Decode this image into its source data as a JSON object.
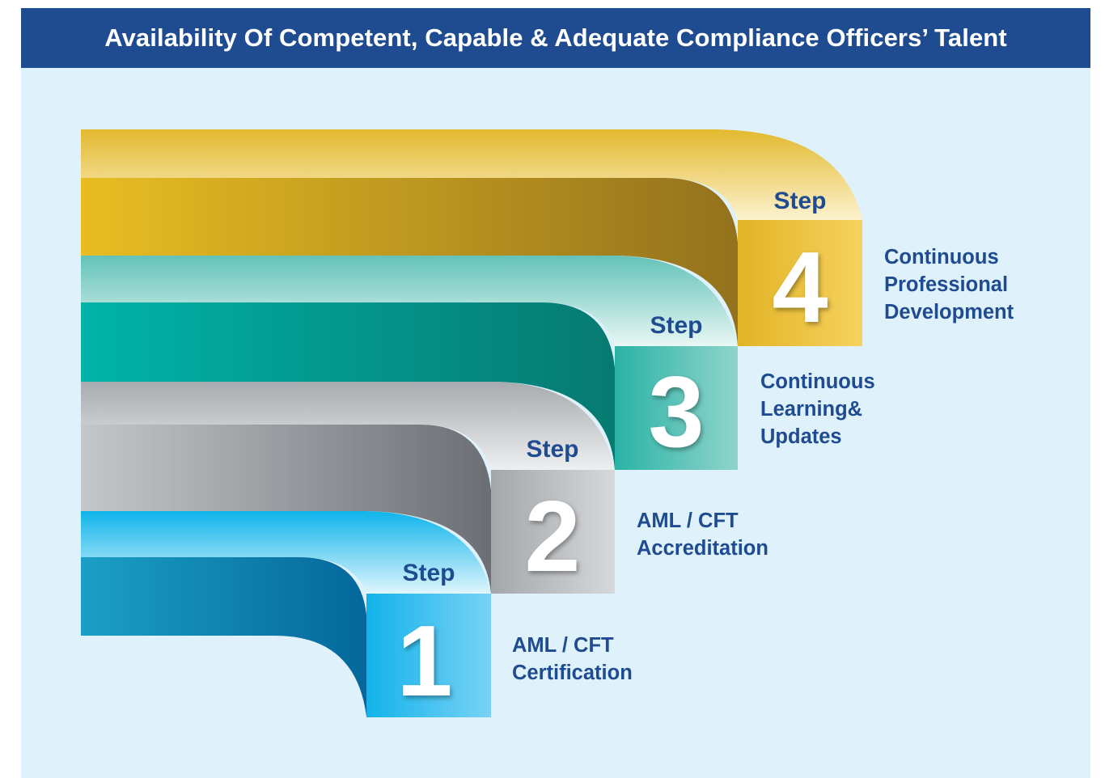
{
  "title": "Availability Of Competent, Capable & Adequate Compliance Officers’ Talent",
  "colors": {
    "header_bg": "#1f4b91",
    "panel_bg": "#dff1fb",
    "text_accent": "#1f4b91",
    "step1": "#1ab0e0",
    "step2": "#9a9ea2",
    "step3": "#1aa898",
    "step4": "#d9aa22"
  },
  "steps": [
    {
      "word": "Step",
      "number": "1",
      "desc_lines": [
        "AML / CFT",
        "Certification"
      ]
    },
    {
      "word": "Step",
      "number": "2",
      "desc_lines": [
        "AML / CFT",
        "Accreditation"
      ]
    },
    {
      "word": "Step",
      "number": "3",
      "desc_lines": [
        "Continuous",
        "Learning&",
        "Updates"
      ]
    },
    {
      "word": "Step",
      "number": "4",
      "desc_lines": [
        "Continuous",
        "Professional",
        "Development"
      ]
    }
  ]
}
